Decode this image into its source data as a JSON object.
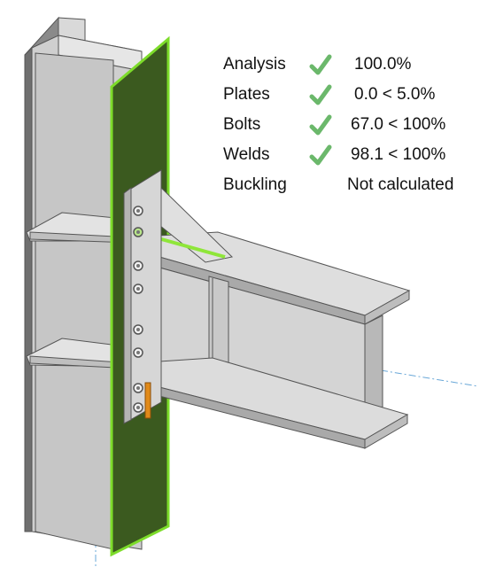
{
  "check_results": [
    {
      "label": "Analysis",
      "value": "100.0%",
      "status": "ok",
      "icon": "check-icon"
    },
    {
      "label": "Plates",
      "value": "0.0 < 5.0%",
      "status": "ok",
      "icon": "check-icon"
    },
    {
      "label": "Bolts",
      "value": "67.0 < 100%",
      "status": "ok",
      "icon": "check-icon"
    },
    {
      "label": "Welds",
      "value": "98.1 < 100%",
      "status": "ok",
      "icon": "check-icon"
    },
    {
      "label": "Buckling",
      "value": "Not calculated",
      "status": "none",
      "icon": ""
    }
  ],
  "colors": {
    "check_green": "#6bb86b",
    "steel_light": "#dcdcdc",
    "steel_mid": "#bdbdbd",
    "steel_dark": "#8a8a8a",
    "highlight_plate": "#3b5a1f",
    "highlight_edge": "#7ddc2a",
    "weld_orange": "#e08a1a"
  }
}
